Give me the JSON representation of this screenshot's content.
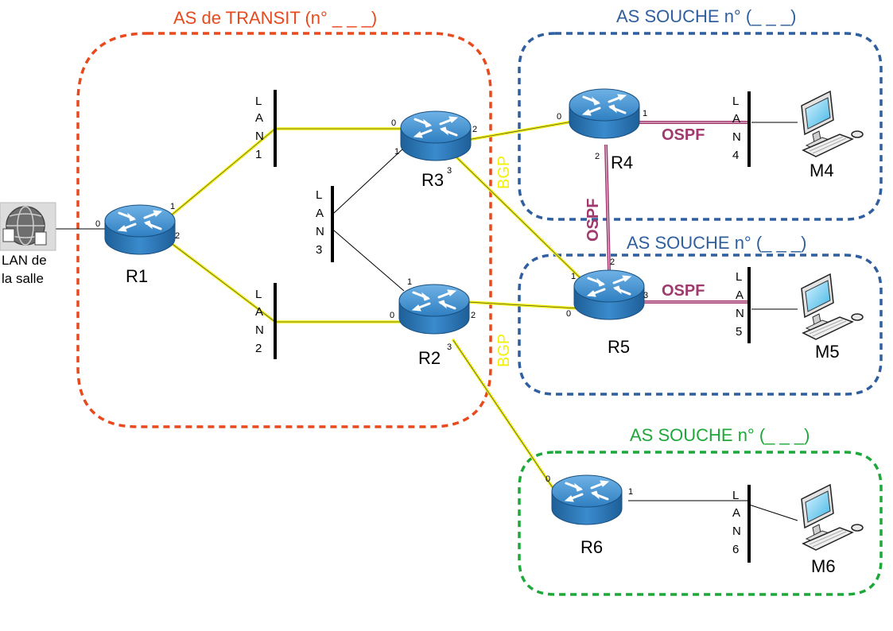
{
  "colors": {
    "transit": "#e8491d",
    "stub_blue": "#2f5f9e",
    "stub_green": "#1fa83a",
    "bgp_link": "#f3f300",
    "ospf_link": "#a0396e",
    "router": "#2f7fc1"
  },
  "as": {
    "transit_title": "AS de TRANSIT (n° _ _ _)",
    "stub1_title": "AS SOUCHE n° (_ _ _)",
    "stub2_title": "AS SOUCHE n° (_ _ _)",
    "stub3_title": "AS SOUCHE n° (_ _ _)"
  },
  "routers": {
    "r1": "R1",
    "r2": "R2",
    "r3": "R3",
    "r4": "R4",
    "r5": "R5",
    "r6": "R6"
  },
  "hosts": {
    "m4": "M4",
    "m5": "M5",
    "m6": "M6"
  },
  "external": {
    "line1": "LAN de",
    "line2": "la salle",
    "icon": "network-globe-icon"
  },
  "protocols": {
    "ospf_r4": "OSPF",
    "ospf_vertical": "OSPF",
    "ospf_r5": "OSPF",
    "bgp_upper": "BGP",
    "bgp_lower": "BGP"
  },
  "lans": {
    "lan1": [
      "L",
      "A",
      "N",
      "1"
    ],
    "lan2": [
      "L",
      "A",
      "N",
      "2"
    ],
    "lan3": [
      "L",
      "A",
      "N",
      "3"
    ],
    "lan4": [
      "L",
      "A",
      "N",
      "4"
    ],
    "lan5": [
      "L",
      "A",
      "N",
      "5"
    ],
    "lan6": [
      "L",
      "A",
      "N",
      "6"
    ]
  },
  "ports": {
    "r1_0": "0",
    "r1_1": "1",
    "r1_2": "2",
    "r3_0": "0",
    "r3_1": "1",
    "r3_2": "2",
    "r3_3": "3",
    "r2_0": "0",
    "r2_1": "1",
    "r2_2": "2",
    "r2_3": "3",
    "r4_0": "0",
    "r4_1": "1",
    "r4_2": "2",
    "r5_0": "0",
    "r5_1": "1",
    "r5_2": "2",
    "r5_3": "3",
    "r6_0": "0",
    "r6_1": "1"
  }
}
